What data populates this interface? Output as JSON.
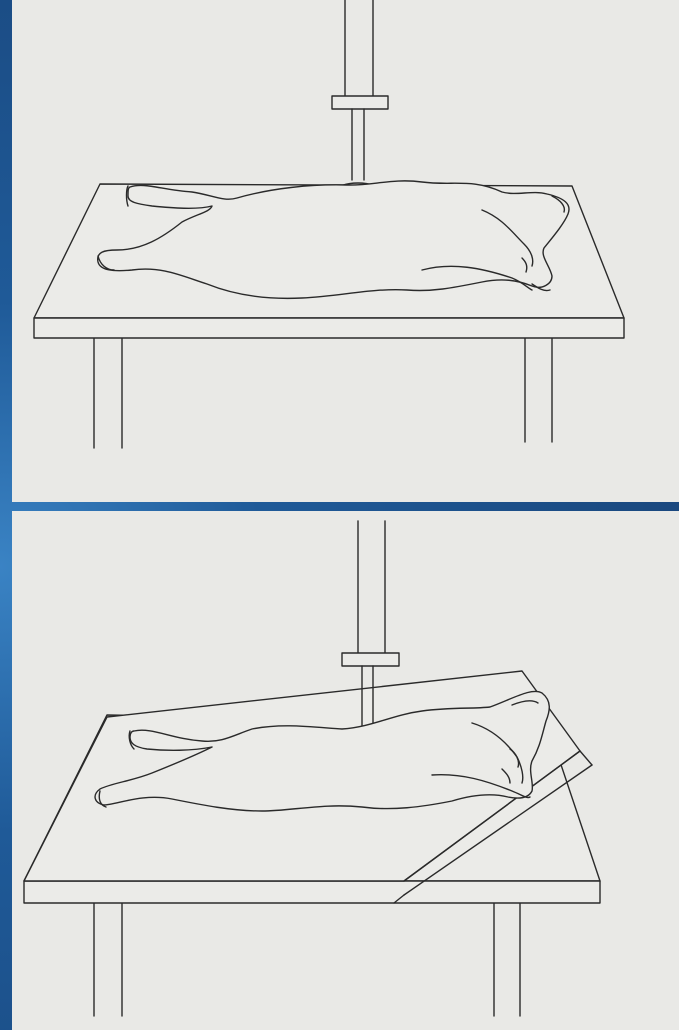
{
  "figure": {
    "panels": [
      {
        "id": "flat-table",
        "orientation": "flat"
      },
      {
        "id": "tilted-board",
        "orientation": "head-elevated"
      }
    ],
    "colors": {
      "background": "#1d4f86",
      "paper": "#e9e9e6",
      "ink": "#2a2a2a"
    }
  }
}
